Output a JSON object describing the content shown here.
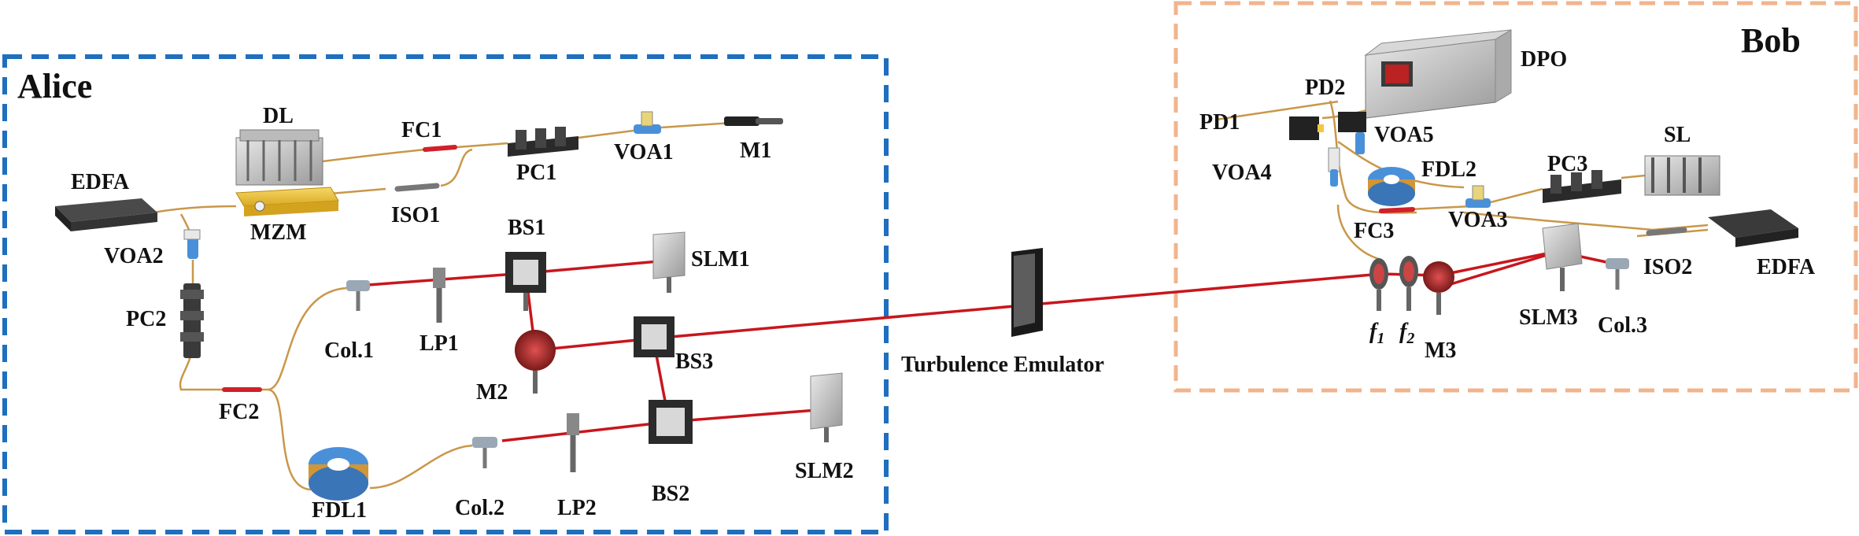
{
  "groups": {
    "alice": "Alice",
    "bob": "Bob"
  },
  "alice_labels": {
    "edfa": "EDFA",
    "dl": "DL",
    "mzm": "MZM",
    "fc1": "FC1",
    "iso1": "ISO1",
    "pc1": "PC1",
    "voa1": "VOA1",
    "m1": "M1",
    "voa2": "VOA2",
    "pc2": "PC2",
    "fc2": "FC2",
    "bs1": "BS1",
    "slm1": "SLM1",
    "col1": "Col.1",
    "lp1": "LP1",
    "m2": "M2",
    "bs3": "BS3",
    "fdl1": "FDL1",
    "col2": "Col.2",
    "lp2": "LP2",
    "bs2": "BS2",
    "slm2": "SLM2"
  },
  "channel_label": "Turbulence Emulator",
  "bob_labels": {
    "dpo": "DPO",
    "pd2": "PD2",
    "pd1": "PD1",
    "voa5": "VOA5",
    "voa4": "VOA4",
    "fdl2": "FDL2",
    "pc3": "PC3",
    "sl": "SL",
    "fc3": "FC3",
    "voa3": "VOA3",
    "iso2": "ISO2",
    "edfa": "EDFA",
    "f1": "f",
    "f1_sub": "1",
    "f2": "f",
    "f2_sub": "2",
    "slm3": "SLM3",
    "col3": "Col.3",
    "m3": "M3"
  },
  "colors": {
    "alice_border": "#1f6fbf",
    "bob_border": "#f0b48c",
    "laser_beam": "#c8161d",
    "fiber": "#c9974a",
    "coupler": "#d0202a",
    "device_dark": "#3a3a3a",
    "mzm_yellow": "#f2c744",
    "fdl_blue": "#4a90d9"
  }
}
